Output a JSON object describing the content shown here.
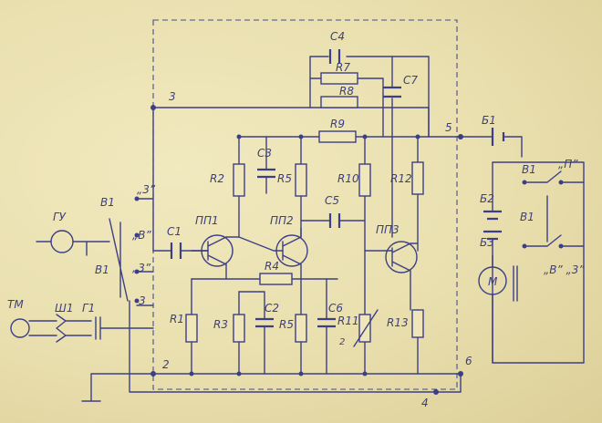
{
  "labels": {
    "c4": "C4",
    "r7": "R7",
    "r8": "R8",
    "c7": "C7",
    "r9": "R9",
    "n5": "5",
    "b1": "Б1",
    "n3": "3",
    "c3": "C3",
    "r2": "R2",
    "r5a": "R5",
    "r10": "R10",
    "r12": "R12",
    "pp2": "ПП2",
    "c5": "C5",
    "pp1": "ПП1",
    "c1": "C1",
    "pp3": "ПП3",
    "gu": "ГУ",
    "v1a": "В1",
    "q3a": "„3”",
    "q3b": "„3”",
    "qv": "„В”",
    "v1b": "В1",
    "n3b": "3",
    "r4": "R4",
    "tm": "ТМ",
    "sh1": "Ш1",
    "g1": "Г1",
    "r1": "R1",
    "r3": "R3",
    "c2": "C2",
    "r5b": "R5",
    "c6": "C6",
    "r11": "R11",
    "r11n": "2",
    "r13": "R13",
    "n2": "2",
    "n6": "6",
    "n4": "4",
    "v1c": "В1",
    "qp": "„П”",
    "b2": "Б2",
    "v1d": "В1",
    "b3": "Б3",
    "m": "М",
    "qv3": "„В” „3”"
  }
}
